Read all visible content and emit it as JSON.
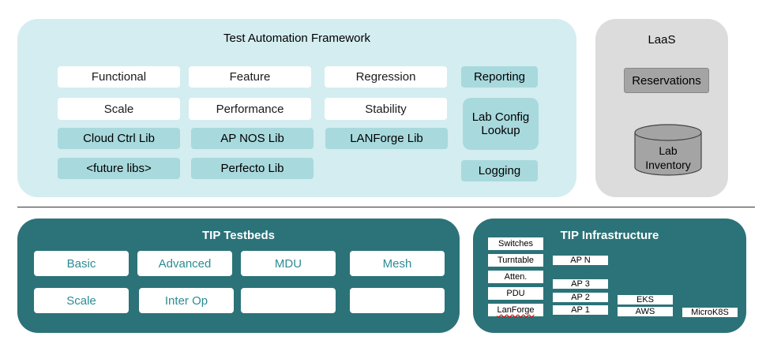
{
  "framework": {
    "title": "Test Automation Framework",
    "tests": [
      "Functional",
      "Feature",
      "Regression",
      "Scale",
      "Performance",
      "Stability"
    ],
    "libs": [
      "Cloud Ctrl Lib",
      "AP NOS Lib",
      "LANForge Lib",
      "<future libs>",
      "Perfecto Lib"
    ],
    "services": [
      "Reporting",
      "Lab Config Lookup",
      "Logging"
    ]
  },
  "laas": {
    "title": "LaaS",
    "reservations": "Reservations",
    "inventory": "Lab Inventory"
  },
  "testbeds": {
    "title": "TIP Testbeds",
    "items": [
      "Basic",
      "Advanced",
      "MDU",
      "Mesh",
      "Scale",
      "Inter Op",
      "",
      ""
    ]
  },
  "infrastructure": {
    "title": "TIP Infrastructure",
    "devices": [
      "Switches",
      "Turntable",
      "Atten.",
      "PDU",
      "LanForge"
    ],
    "aps": [
      "AP N",
      "AP 3",
      "AP 2",
      "AP 1"
    ],
    "cloud": [
      "EKS",
      "AWS",
      "MicroK8S"
    ]
  },
  "colors": {
    "framework_bg": "#d4edf0",
    "laas_bg": "#dcdcdc",
    "teal": "#2b7378",
    "lib_fill": "#a8d9dd",
    "testbed_text": "#2b8c93"
  }
}
